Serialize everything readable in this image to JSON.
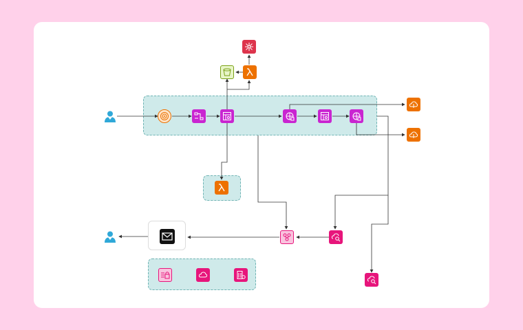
{
  "colors": {
    "background": "#ffd1ea",
    "card": "#ffffff",
    "group_fill": "#cfeaea",
    "group_border": "#6fb3b3",
    "magenta_service": "#c925d1",
    "pink_service": "#e7157b",
    "orange_compute": "#ed7100",
    "red_service": "#dd344c",
    "user_blue": "#2fa8d8",
    "storage_light": "#e8f5c8",
    "connector": "#333333"
  },
  "nodes": [
    {
      "id": "user-source",
      "icon": "user-icon"
    },
    {
      "id": "api-gateway",
      "icon": "api-gateway-icon"
    },
    {
      "id": "step-function",
      "icon": "step-functions-icon"
    },
    {
      "id": "event-bus-1",
      "icon": "event-bus-icon"
    },
    {
      "id": "event-router",
      "icon": "eventbridge-icon"
    },
    {
      "id": "event-bus-2",
      "icon": "event-bus-icon"
    },
    {
      "id": "event-router-2",
      "icon": "eventbridge-icon"
    },
    {
      "id": "lambda-top",
      "icon": "lambda-icon"
    },
    {
      "id": "storage-bucket",
      "icon": "bucket-icon"
    },
    {
      "id": "cluster-top",
      "icon": "cluster-icon"
    },
    {
      "id": "cloud-target-1",
      "icon": "cloud-compute-icon"
    },
    {
      "id": "cloud-target-2",
      "icon": "cloud-compute-icon"
    },
    {
      "id": "lambda-mid",
      "icon": "lambda-icon"
    },
    {
      "id": "notification-hub",
      "icon": "notification-icon"
    },
    {
      "id": "cloud-search-1",
      "icon": "cloud-search-icon"
    },
    {
      "id": "cloud-search-2",
      "icon": "cloud-search-icon"
    },
    {
      "id": "email-message",
      "icon": "email-icon"
    },
    {
      "id": "user-recipient",
      "icon": "user-icon"
    },
    {
      "id": "security-lock",
      "icon": "lock-document-icon"
    },
    {
      "id": "cloud-store",
      "icon": "cloud-icon"
    },
    {
      "id": "secure-building",
      "icon": "secure-building-icon"
    }
  ]
}
